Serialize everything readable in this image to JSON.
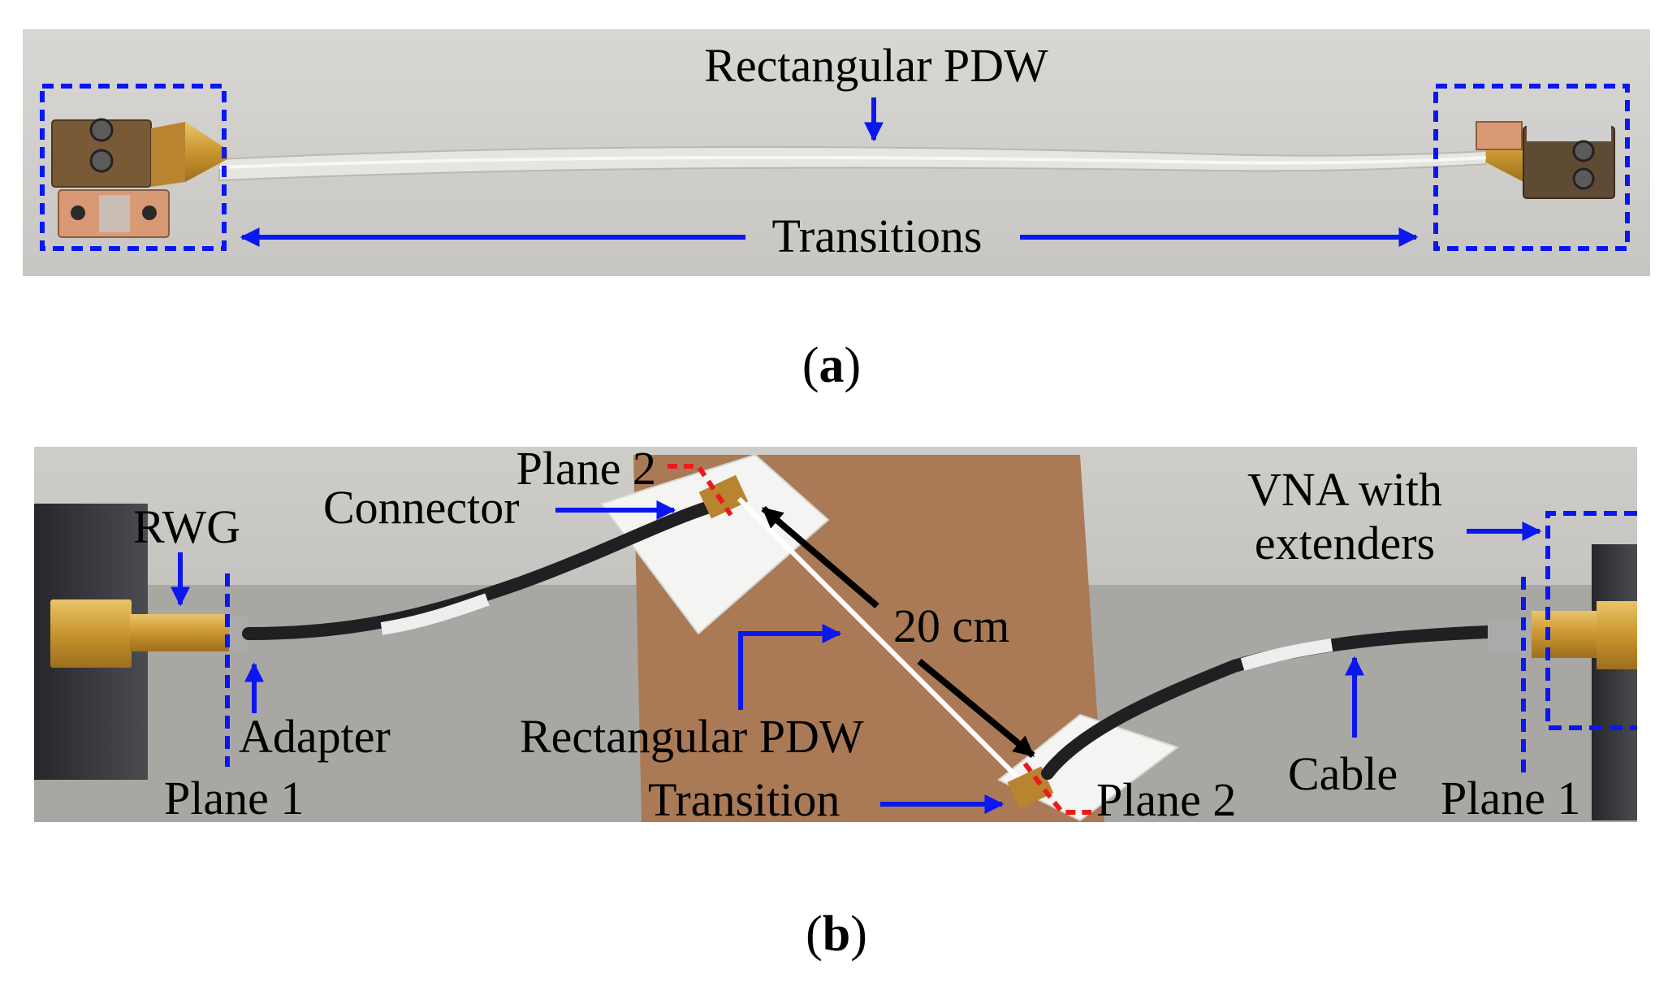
{
  "panel_a": {
    "caption_open": "(",
    "caption_letter": "a",
    "caption_close": ")",
    "label_pdw": "Rectangular PDW",
    "label_transitions": "Transitions"
  },
  "panel_b": {
    "caption_open": "(",
    "caption_letter": "b",
    "caption_close": ")",
    "label_plane2_top": "Plane 2",
    "label_connector": "Connector",
    "label_rwg": "RWG",
    "label_adapter": "Adapter",
    "label_plane1_left": "Plane 1",
    "label_distance": "20 cm",
    "label_pdw": "Rectangular PDW",
    "label_transition": "Transition",
    "label_plane2_bottom": "Plane 2",
    "label_vna_line1": "VNA with",
    "label_vna_line2": "extenders",
    "label_cable": "Cable",
    "label_plane1_right": "Plane 1"
  },
  "colors": {
    "annotation_blue": "#0a17f0",
    "plane_red": "#ee1a1a",
    "arrow_black": "#000000",
    "gold": "#d4a24a",
    "copper": "#c98a5e",
    "background_gray": "#d2d0cc",
    "cardboard": "#a97a55",
    "foam": "#f4f4f2"
  }
}
